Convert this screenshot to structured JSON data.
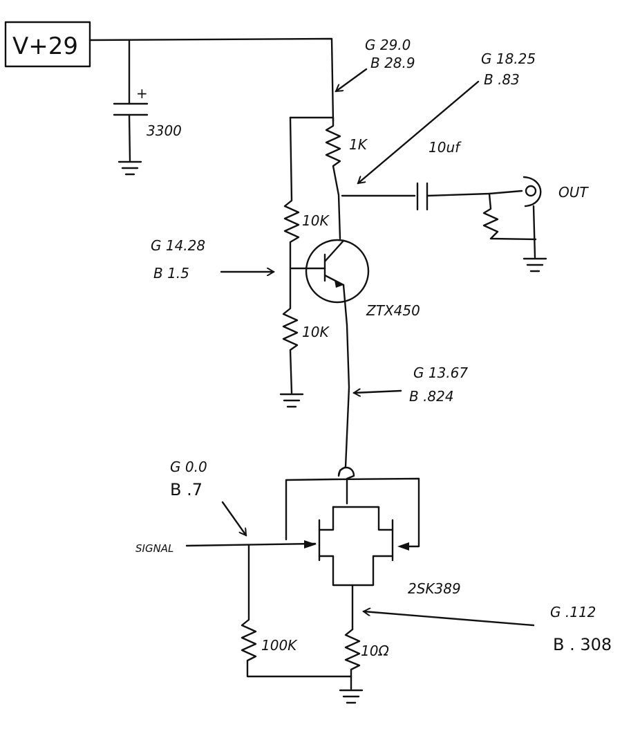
{
  "supply": {
    "label": "V+29"
  },
  "capacitor_supply": {
    "polarity": "+",
    "value": "3300"
  },
  "collector_resistor": {
    "value": "1K"
  },
  "bias_top_resistor": {
    "value": "10K"
  },
  "bias_bottom_resistor": {
    "value": "10K"
  },
  "coupling_cap": {
    "value": "10uf"
  },
  "output": {
    "label": "OUT"
  },
  "bjt": {
    "part": "ZTX450"
  },
  "jfet": {
    "part": "2SK389"
  },
  "gate_resistor": {
    "value": "100K"
  },
  "source_resistor": {
    "value": "10Ω"
  },
  "input": {
    "label": "SIGNAL"
  },
  "measurements": {
    "supply_node": {
      "g": "G 29.0",
      "b": "B 28.9"
    },
    "collector_node": {
      "g": "G 18.25",
      "b": "B  .83"
    },
    "base_node": {
      "g": "G 14.28",
      "b": "B  1.5"
    },
    "emitter_node": {
      "g": "G 13.67",
      "b": "B  .824"
    },
    "gate_node": {
      "g": "G  0.0",
      "b": "B  .7"
    },
    "source_node": {
      "g": "G  .112",
      "b": "B . 308"
    }
  }
}
